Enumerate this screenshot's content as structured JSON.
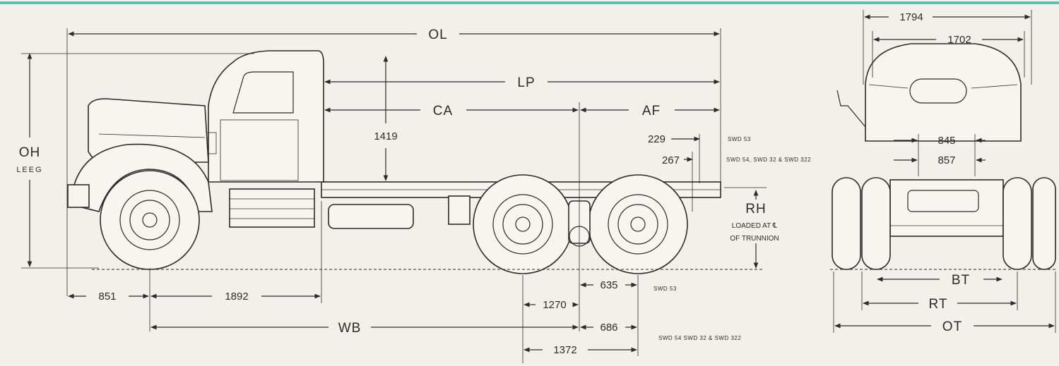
{
  "colors": {
    "frame_line": "#5cc1b0",
    "ink": "#2b2b2b",
    "paper": "#f2f0ea"
  },
  "labels": {
    "ol": "OL",
    "lp": "LP",
    "ca": "CA",
    "af": "AF",
    "wb": "WB",
    "oh": "OH",
    "leeg": "LEEG",
    "rh": "RH",
    "rh_note1": "LOADED AT ℄",
    "rh_note2": "OF TRUNNION",
    "bt": "BT",
    "rt": "RT",
    "ot": "OT"
  },
  "dims": {
    "d1419": "1419",
    "d229": "229",
    "d267": "267",
    "d851": "851",
    "d1892": "1892",
    "d635": "635",
    "d1270": "1270",
    "d686": "686",
    "d1372": "1372",
    "d1794": "1794",
    "d1702": "1702",
    "d845": "845",
    "d857": "857"
  },
  "notes": {
    "n229": "SWD 53",
    "n267": "SWD 54, SWD 32 & SWD 322",
    "n635": "SWD 53",
    "n686": "SWD 54  SWD 32 & SWD 322"
  }
}
